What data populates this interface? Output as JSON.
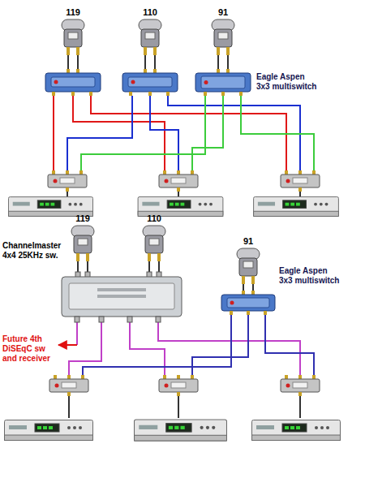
{
  "diagram": {
    "nodes": [
      {
        "text": [
          "119"
        ]
      },
      {
        "text": [
          "110"
        ]
      },
      {
        "text": [
          "91"
        ]
      },
      {
        "text": [
          "Eagle Aspen 3x3 multiswitch"
        ]
      },
      {
        "text": [
          "119"
        ]
      },
      {
        "text": [
          "110"
        ]
      },
      {
        "text": [
          "91"
        ]
      },
      {
        "text": [
          "Channelmaster 4x4 25KHz sw."
        ]
      },
      {
        "text": [
          "Eagle Aspen 3x3 multiswitch"
        ]
      }
    ],
    "edges": [
      {
        "from": 2,
        "to": 3,
        "arrow": "none"
      },
      {
        "from": 4,
        "to": 7,
        "arrow": "none"
      },
      {
        "from": 5,
        "to": 7,
        "arrow": "none"
      },
      {
        "from": 6,
        "to": 8,
        "arrow": "none"
      }
    ],
    "labels": [
      "Future 4th DiSEqC sw and receiver"
    ]
  }
}
